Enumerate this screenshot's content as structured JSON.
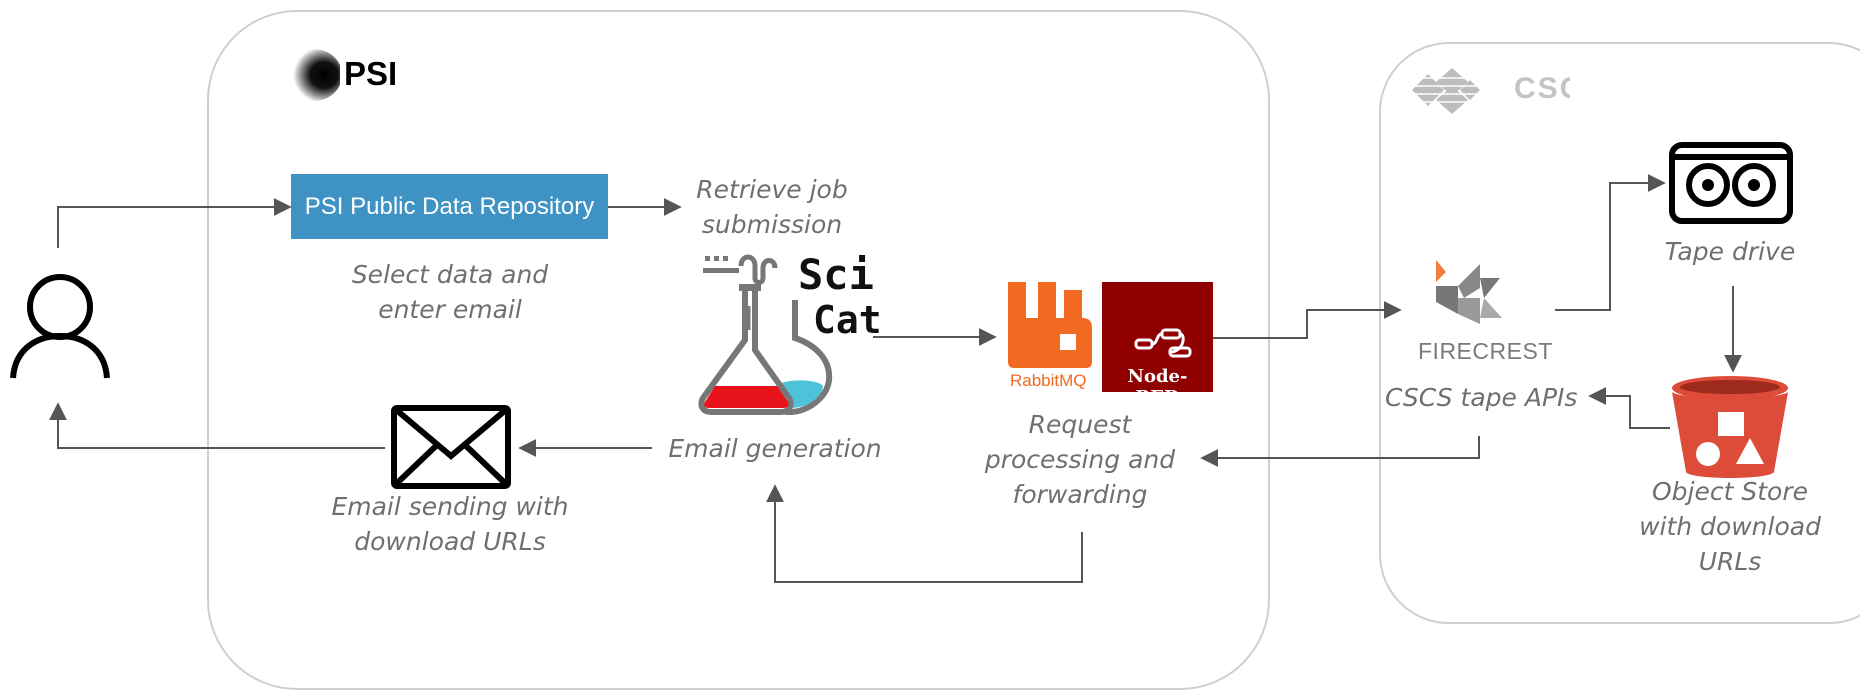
{
  "psi_region": {
    "logo_text": "PSI",
    "repository_button": "PSI Public Data Repository",
    "select_data_caption": [
      "Select data and",
      "enter email"
    ],
    "retrieve_job_caption": [
      "Retrieve job",
      "submission"
    ],
    "scicat_logo": [
      "Sci",
      "Cat"
    ],
    "email_generation_caption": "Email generation",
    "email_sending_caption": [
      "Email sending with",
      "download URLs"
    ],
    "rabbitmq_label": "RabbitMQ",
    "nodered_label": "Node-RED",
    "request_caption": [
      "Request",
      "processing and",
      "forwarding"
    ]
  },
  "cscs_region": {
    "logo_text": "CSC",
    "firecrest_label": "FIRECREST",
    "tape_api_caption": "CSCS tape APIs",
    "tape_drive_caption": "Tape drive",
    "object_store_caption": [
      "Object Store",
      "with download",
      "URLs"
    ]
  },
  "colors": {
    "repository_blue": "#3f93c4",
    "rabbitmq_orange": "#f26a21",
    "nodered_red": "#8f0000",
    "object_store_red": "#dd4b39",
    "firecrest_orange": "#f07f3b",
    "arrow_gray": "#555555",
    "region_border": "#cfcfcf"
  },
  "icons": [
    "user-icon",
    "mail-icon",
    "tape-drive-icon",
    "object-store-bucket-icon",
    "flask-icon",
    "firecrest-icon",
    "psi-logo",
    "cscs-logo",
    "rabbitmq-logo",
    "node-red-logo"
  ]
}
